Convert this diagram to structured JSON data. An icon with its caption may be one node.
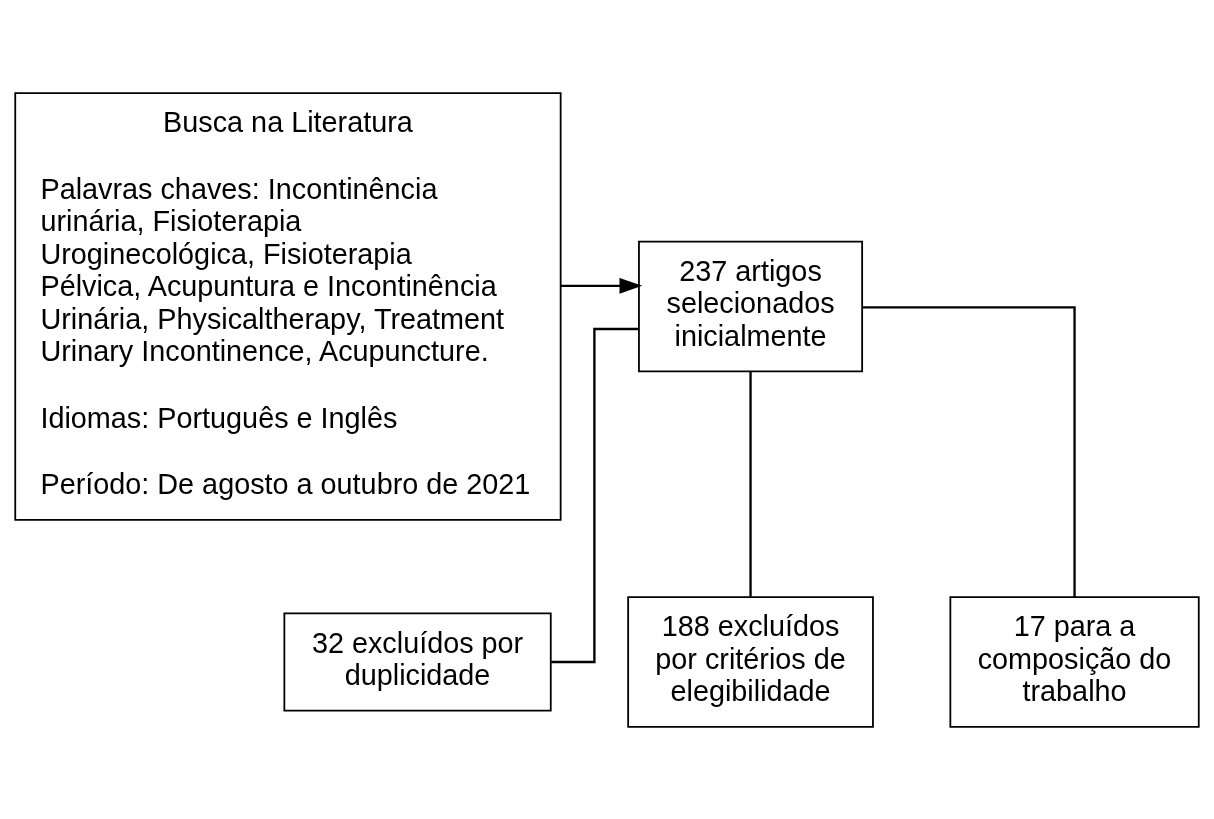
{
  "diagram": {
    "nodes": [
      {
        "text": [
          "Busca na Literatura",
          "Palavras chaves: Incontinência urinária, Fisioterapia Uroginecológica, Fisioterapia Pélvica, Acupuntura e Incontinência Urinária, Physicaltherapy, Treatment Urinary Incontinence, Acupuncture.",
          "Idiomas: Português e Inglês",
          "Período: De agosto a outubro de 2021"
        ]
      },
      {
        "text": [
          "237 artigos selecionados inicialmente"
        ]
      },
      {
        "text": [
          "32 excluídos por duplicidade"
        ]
      },
      {
        "text": [
          "188 excluídos por critérios de elegibilidade"
        ]
      },
      {
        "text": [
          "17 para a composição do trabalho"
        ]
      }
    ],
    "edges": [
      {
        "from": 0,
        "to": 1,
        "arrow": "to"
      },
      {
        "from": 1,
        "to": 2,
        "arrow": "none"
      },
      {
        "from": 1,
        "to": 3,
        "arrow": "none"
      },
      {
        "from": 1,
        "to": 4,
        "arrow": "none"
      }
    ]
  }
}
